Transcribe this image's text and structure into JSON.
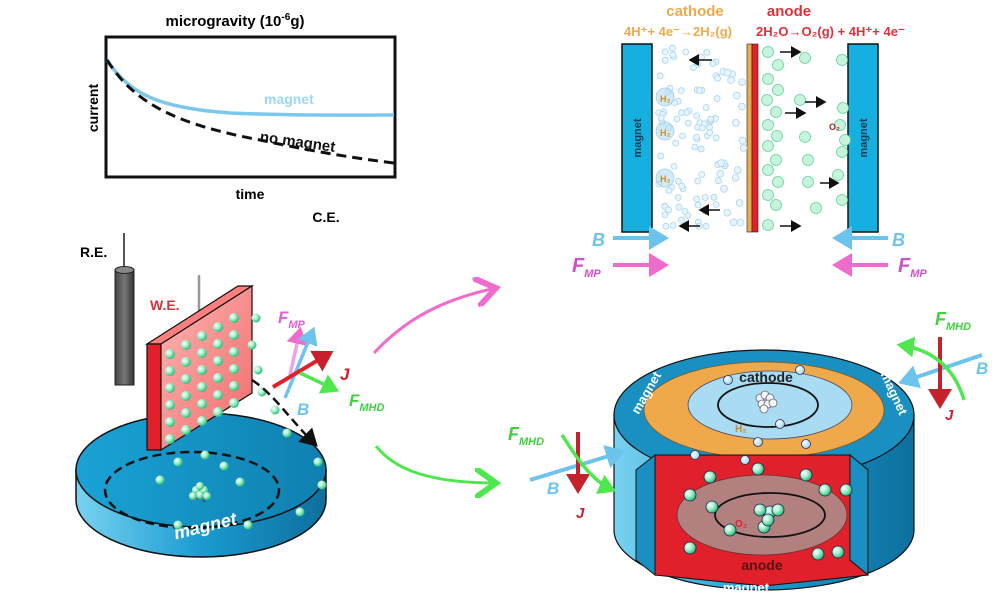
{
  "graph": {
    "title_prefix": "microgravity (10",
    "title_exp": "-6",
    "title_suffix": "g)",
    "ylabel": "current",
    "xlabel": "time",
    "series": [
      {
        "name": "magnet",
        "color": "#7cc8ec",
        "style": "solid"
      },
      {
        "name": "no magnet",
        "color": "#111111",
        "style": "dashed"
      }
    ]
  },
  "setup": {
    "ce_label": "C.E.",
    "re_label": "R.E.",
    "we_label": "W.E.",
    "magnet_label": "magnet",
    "o2_label": "O",
    "o2_sub": "2",
    "vectors": {
      "f_mp": "F",
      "f_mp_sub": "MP",
      "j": "J",
      "b": "B",
      "f_mhd": "F",
      "f_mhd_sub": "MHD"
    }
  },
  "cell_cross_section": {
    "cathode_label": "cathode",
    "cathode_reaction": "4H⁺+ 4e⁻→2H₂(g)",
    "anode_label": "anode",
    "anode_reaction": "2H₂O→O₂(g) + 4H⁺+ 4e⁻",
    "magnet_left": "magnet",
    "magnet_right": "magnet",
    "h2_label": "H₂",
    "o2_label": "O₂",
    "b_left": "B",
    "b_right": "B",
    "fmp_left": "F",
    "fmp_left_sub": "MP",
    "fmp_right": "F",
    "fmp_right_sub": "MP"
  },
  "cylinder_cell": {
    "cathode_label": "cathode",
    "anode_label": "anode",
    "magnet_labels": [
      "magnet",
      "magnet",
      "magnet"
    ],
    "h2_label": "H₂",
    "o2_label": "O₂",
    "left_vectors": {
      "f_mhd": "F",
      "f_mhd_sub": "MHD",
      "b": "B",
      "j": "J"
    },
    "right_vectors": {
      "f_mhd": "F",
      "f_mhd_sub": "MHD",
      "b": "B",
      "j": "J"
    }
  },
  "colors": {
    "magnet_blue": "#1a9bd0",
    "cathode_orange": "#f0a94a",
    "anode_red": "#e0202a",
    "b_blue": "#6cc3ec",
    "fmp_pink": "#f06ccc",
    "fmhd_green": "#4ee84e",
    "j_red": "#c8202a",
    "bubble_h2": "#cde9f6",
    "bubble_o2": "#8ee6bd"
  }
}
